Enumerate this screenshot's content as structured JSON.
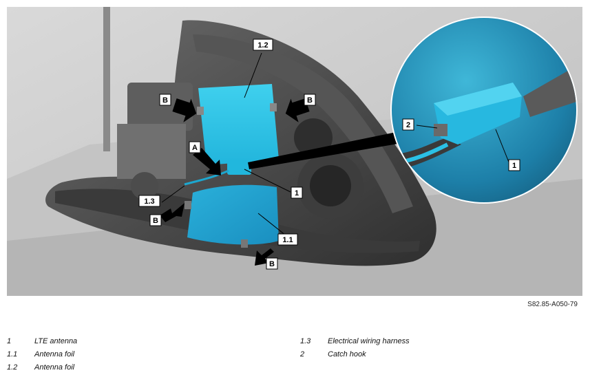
{
  "figure": {
    "code": "S82.85-A050-79",
    "callouts": {
      "c1_2": "1.2",
      "c1": "1",
      "c1_3": "1.3",
      "c1_1": "1.1",
      "a": "A",
      "b": "B",
      "detail_1": "1",
      "detail_2": "2"
    },
    "colors": {
      "foil_light": "#2fc6e6",
      "foil_dark": "#1da7cf",
      "housing": "#4a4a4a",
      "background": "#cfcfcf"
    }
  },
  "legend": {
    "left": [
      {
        "num": "1",
        "text": "LTE antenna"
      },
      {
        "num": "1.1",
        "text": "Antenna foil"
      },
      {
        "num": "1.2",
        "text": "Antenna foil"
      }
    ],
    "right": [
      {
        "num": "1.3",
        "text": "Electrical wiring harness"
      },
      {
        "num": "2",
        "text": "Catch hook"
      }
    ]
  }
}
